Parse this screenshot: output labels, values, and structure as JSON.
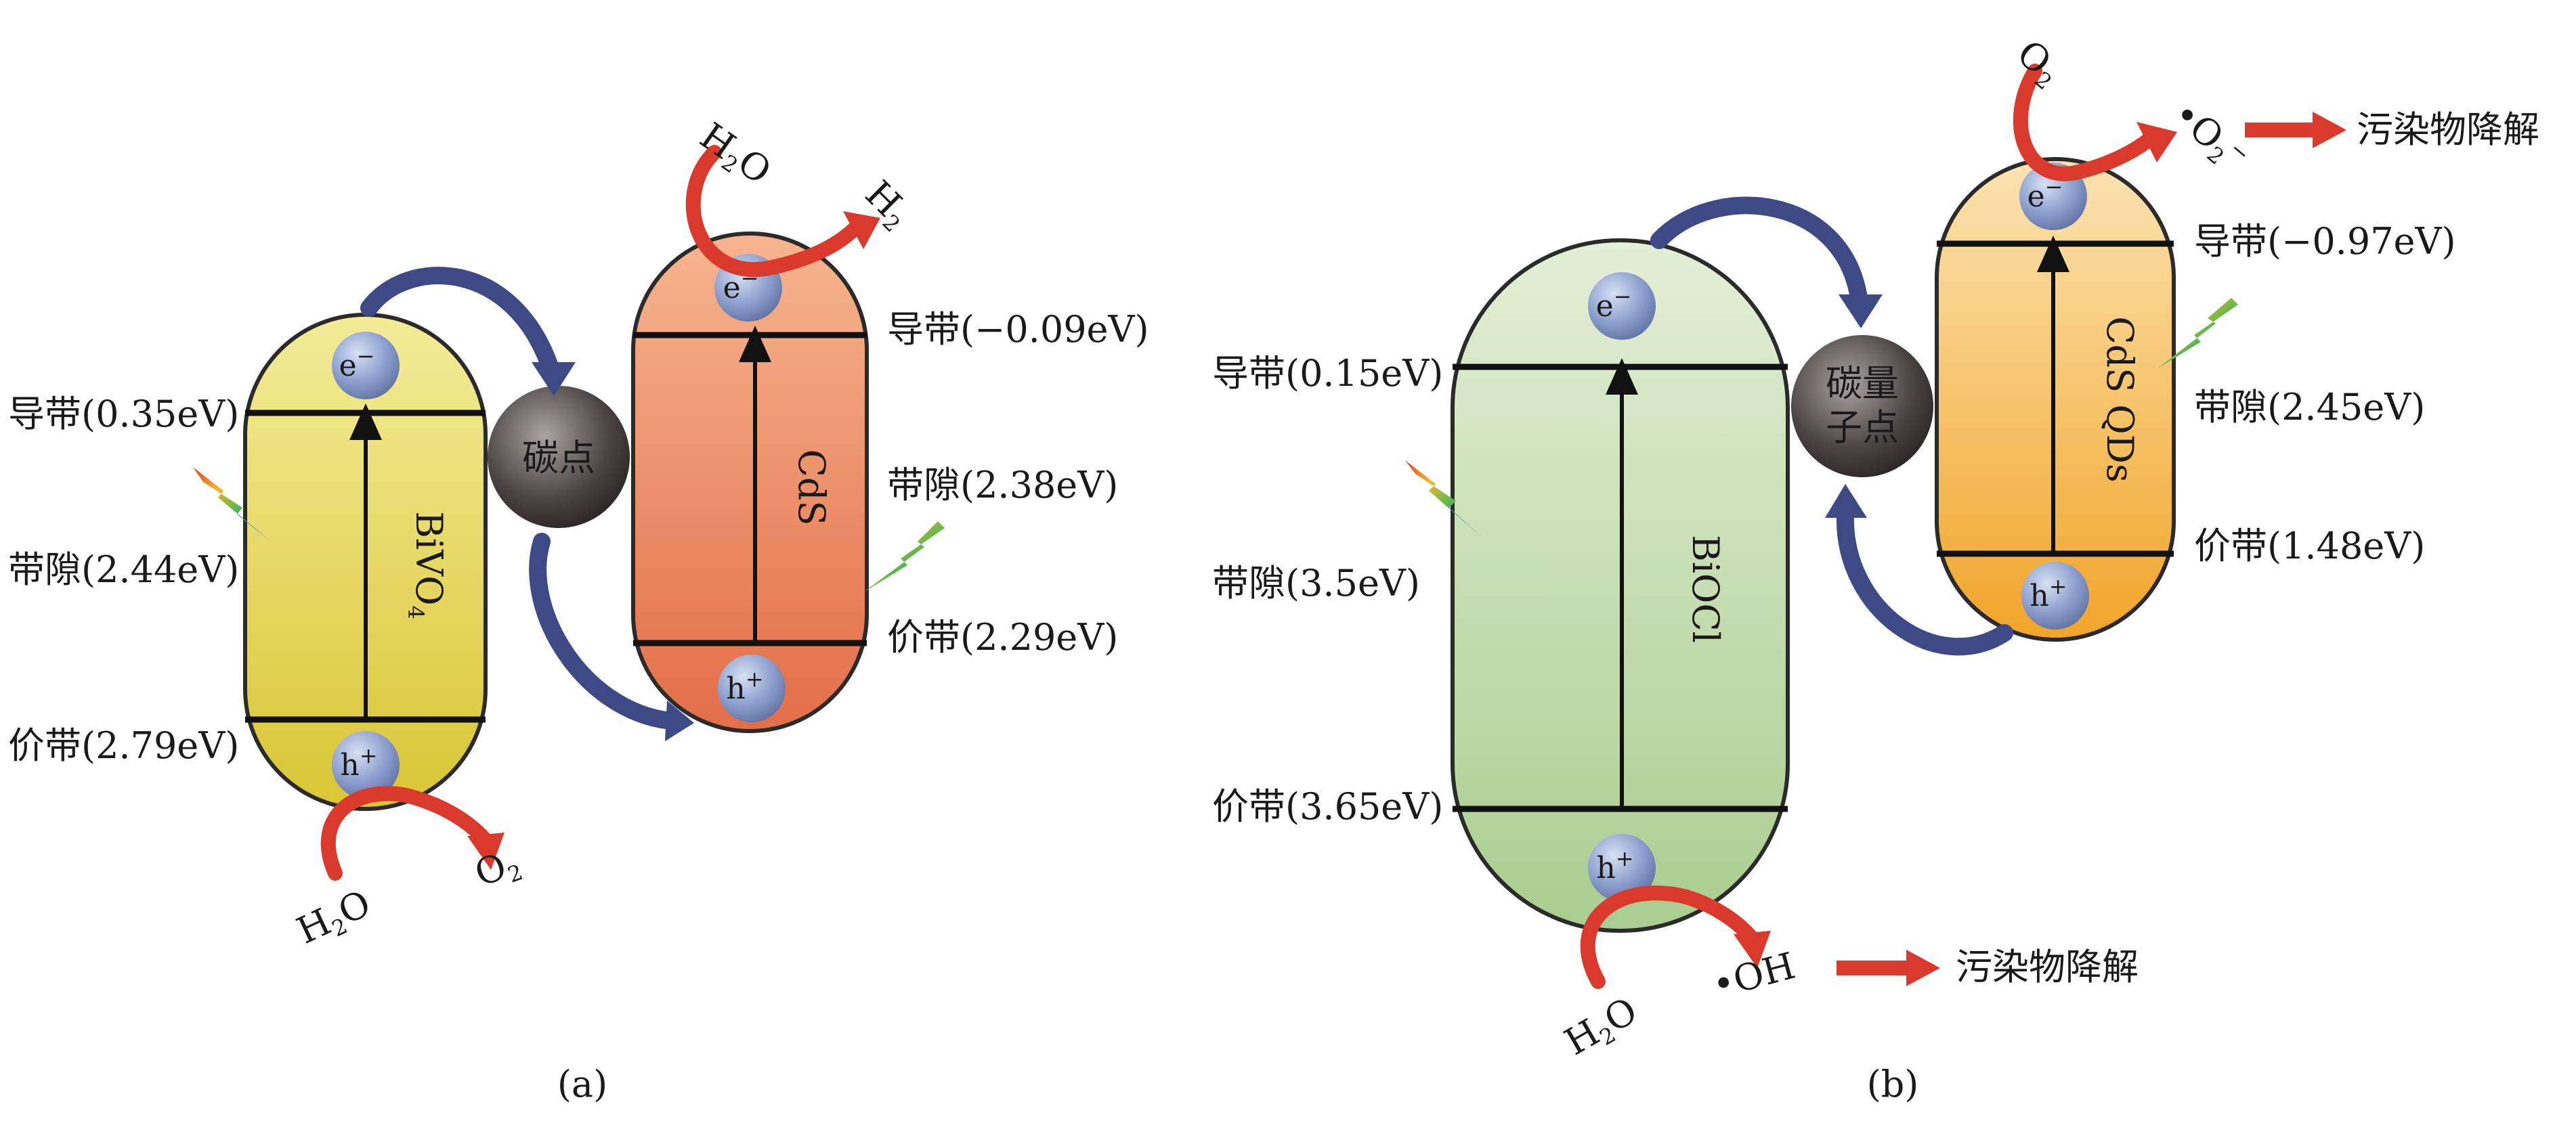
{
  "panel_a": {
    "caption": "(a)",
    "left_band": {
      "material": "BiVO",
      "material_sub": "4",
      "cb": "导带(0.35eV)",
      "gap": "带隙(2.44eV)",
      "vb": "价带(2.79eV)",
      "electron": "e",
      "electron_sup": "−",
      "hole": "h",
      "hole_sup": "+",
      "color": "#e6d84a"
    },
    "mediator": "碳点",
    "right_band": {
      "material": "CdS",
      "cb": "导带(−0.09eV)",
      "gap": "带隙(2.38eV)",
      "vb": "价带(2.29eV)",
      "electron": "e",
      "electron_sup": "−",
      "hole": "h",
      "hole_sup": "+",
      "color": "#ec8a5c"
    },
    "top_reactant": "H",
    "top_reactant_sub": "2",
    "top_reactant_tail": "O",
    "top_product": "H",
    "top_product_sub": "2",
    "bottom_reactant": "H",
    "bottom_reactant_sub": "2",
    "bottom_reactant_tail": "O",
    "bottom_product": "O",
    "bottom_product_sub": "2"
  },
  "panel_b": {
    "caption": "(b)",
    "left_band": {
      "material": "BiOCl",
      "cb": "导带(0.15eV)",
      "gap": "带隙(3.5eV)",
      "vb": "价带(3.65eV)",
      "electron": "e",
      "electron_sup": "−",
      "hole": "h",
      "hole_sup": "+",
      "color": "#c8dfb4"
    },
    "mediator_line1": "碳量",
    "mediator_line2": "子点",
    "right_band": {
      "material": "CdS QDs",
      "cb": "导带(−0.97eV)",
      "gap": "带隙(2.45eV)",
      "vb": "价带(1.48eV)",
      "electron": "e",
      "electron_sup": "−",
      "hole": "h",
      "hole_sup": "+",
      "color": "#f5b84a"
    },
    "top_reactant": "O",
    "top_reactant_sub": "2",
    "top_product": "•O",
    "top_product_sub": "2",
    "top_product_sup": "−",
    "top_result": "污染物降解",
    "bottom_reactant": "H",
    "bottom_reactant_sub": "2",
    "bottom_reactant_tail": "O",
    "bottom_product": "•OH",
    "bottom_result": "污染物降解"
  },
  "colors": {
    "transfer_arrow": "#3d4a86",
    "reaction_arrow": "#d93a2b",
    "particle": "#8fa2cf",
    "mediator": "#4a4444"
  }
}
